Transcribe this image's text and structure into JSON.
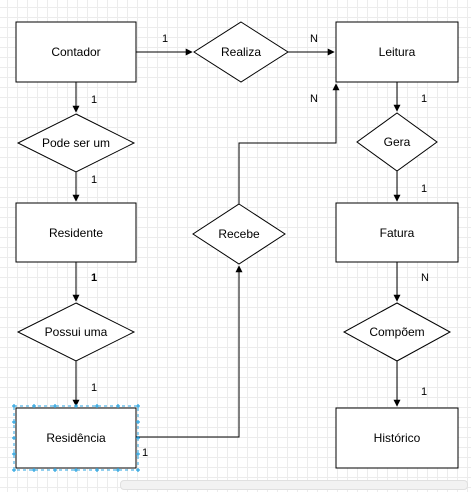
{
  "entities": {
    "contador": "Contador",
    "leitura": "Leitura",
    "residente": "Residente",
    "fatura": "Fatura",
    "residencia": "Residência",
    "historico": "Histórico"
  },
  "relationships": {
    "realiza": "Realiza",
    "pode_ser_um": "Pode ser um",
    "gera": "Gera",
    "recebe": "Recebe",
    "possui_uma": "Possui uma",
    "compoem": "Compõem"
  },
  "cardinalities": {
    "contador_realiza": "1",
    "realiza_leitura": "N",
    "recebe_leitura": "N",
    "contador_pode": "1",
    "pode_residente": "1",
    "leitura_gera": "1",
    "gera_fatura": "1",
    "residente_possui": "1",
    "fatura_compoem": "N",
    "possui_residencia": "1",
    "residencia_recebe": "1",
    "compoem_historico": "1"
  },
  "colors": {
    "stroke": "#000000",
    "selection": "#29a3e0"
  }
}
